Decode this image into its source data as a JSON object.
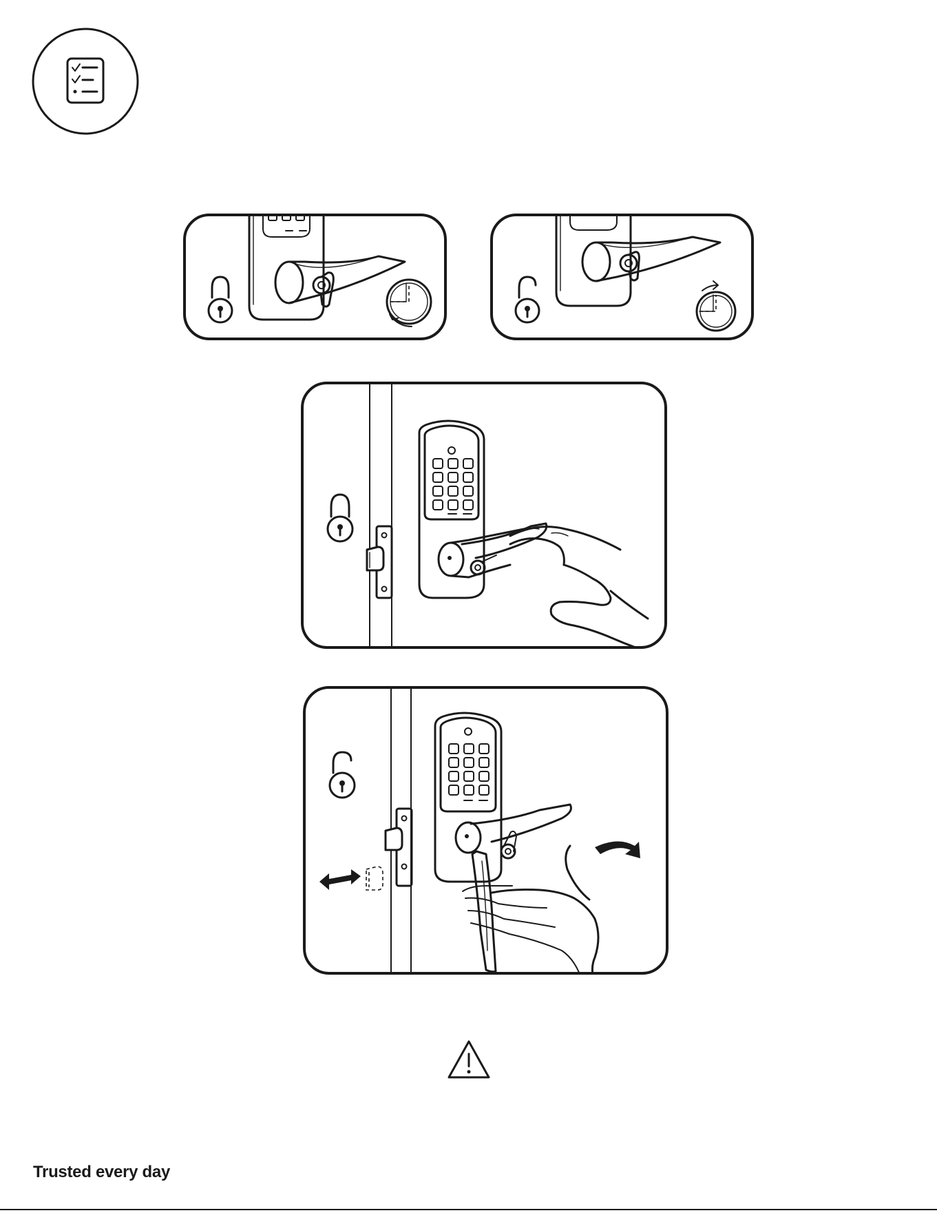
{
  "page": {
    "background": "#ffffff",
    "ink": "#1a1a1a"
  },
  "header": {
    "icon": "checklist-icon"
  },
  "panels": [
    {
      "id": "turn-key-to-lock",
      "lock_state": "locked",
      "icon": "padlock-closed-icon",
      "rotation_icon": "rotate-clockwise-icon"
    },
    {
      "id": "turn-key-to-unlock",
      "lock_state": "unlocked",
      "icon": "padlock-open-icon",
      "rotation_icon": "rotate-counterclockwise-icon"
    },
    {
      "id": "lever-locked-press",
      "lock_state": "locked",
      "icon": "padlock-closed-icon"
    },
    {
      "id": "lever-unlocked-open",
      "lock_state": "unlocked",
      "icon": "padlock-open-icon",
      "motion_icons": [
        "double-arrow-icon",
        "curved-arrow-icon"
      ]
    }
  ],
  "warning": {
    "icon": "warning-triangle-icon"
  },
  "footer": {
    "brand_tagline": "Trusted every day"
  }
}
